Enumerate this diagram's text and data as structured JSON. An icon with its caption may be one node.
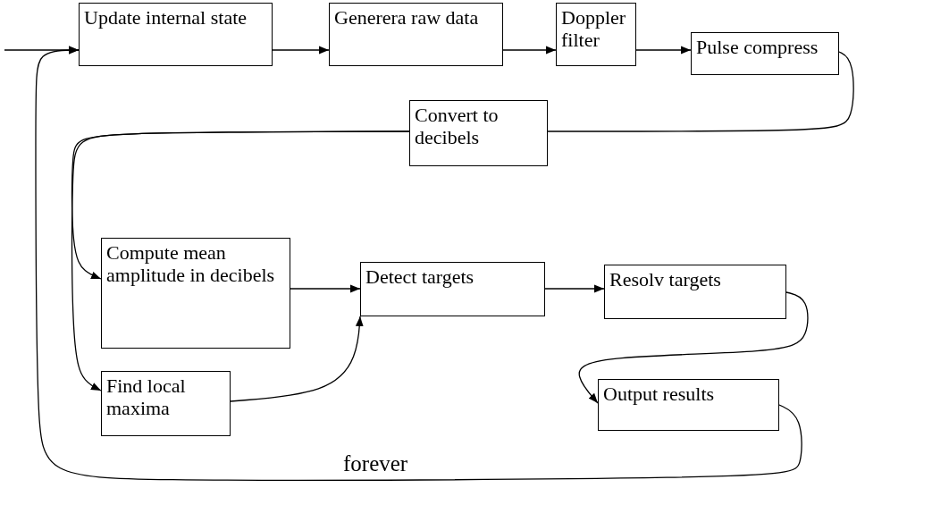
{
  "diagram": {
    "nodes": [
      {
        "text": [
          "Update internal state"
        ]
      },
      {
        "text": [
          "Generera raw data"
        ]
      },
      {
        "text": [
          "Doppler filter"
        ]
      },
      {
        "text": [
          "Pulse compress"
        ]
      },
      {
        "text": [
          "Convert to decibels"
        ]
      },
      {
        "text": [
          "Compute mean amplitude in decibels"
        ]
      },
      {
        "text": [
          "Detect targets"
        ]
      },
      {
        "text": [
          "Resolv targets"
        ]
      },
      {
        "text": [
          "Find local maxima"
        ]
      },
      {
        "text": [
          "Output results"
        ]
      }
    ],
    "edges": [
      {
        "from": null,
        "to": 0,
        "arrow": "to"
      },
      {
        "from": 0,
        "to": 1,
        "arrow": "to"
      },
      {
        "from": 1,
        "to": 2,
        "arrow": "to"
      },
      {
        "from": 2,
        "to": 3,
        "arrow": "to"
      },
      {
        "from": 3,
        "to": 4,
        "arrow": "none"
      },
      {
        "from": 4,
        "to": 5,
        "arrow": "to"
      },
      {
        "from": 4,
        "to": 8,
        "arrow": "to"
      },
      {
        "from": 5,
        "to": 6,
        "arrow": "to"
      },
      {
        "from": 8,
        "to": 6,
        "arrow": "to"
      },
      {
        "from": 6,
        "to": 7,
        "arrow": "to"
      },
      {
        "from": 7,
        "to": 9,
        "arrow": "to"
      },
      {
        "from": 9,
        "to": 0,
        "arrow": "to",
        "label": "forever"
      }
    ]
  }
}
